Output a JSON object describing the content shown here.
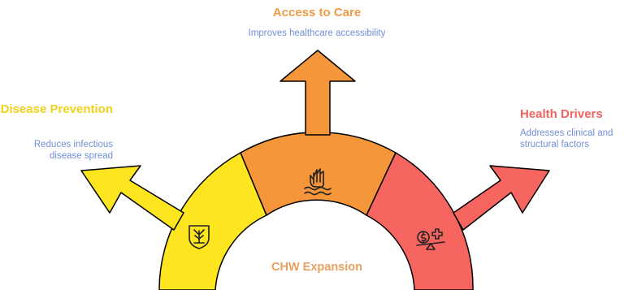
{
  "center": {
    "label": "CHW Expansion",
    "color": "#e8a060"
  },
  "segments": [
    {
      "id": "left",
      "title": "Disease Prevention",
      "description": "Reduces infectious disease spread",
      "icon": "tree-shield-icon",
      "color": "#fde620",
      "title_color": "#f0d21a"
    },
    {
      "id": "top",
      "title": "Access to Care",
      "description": "Improves healthcare accessibility",
      "icon": "drowning-hand-icon",
      "color": "#f6963b",
      "title_color": "#f09a45"
    },
    {
      "id": "right",
      "title": "Health Drivers",
      "description": "Addresses clinical and structural factors",
      "icon": "money-health-scale-icon",
      "color": "#f6655f",
      "title_color": "#f0635f"
    }
  ],
  "description_color": "#6f8fd9"
}
